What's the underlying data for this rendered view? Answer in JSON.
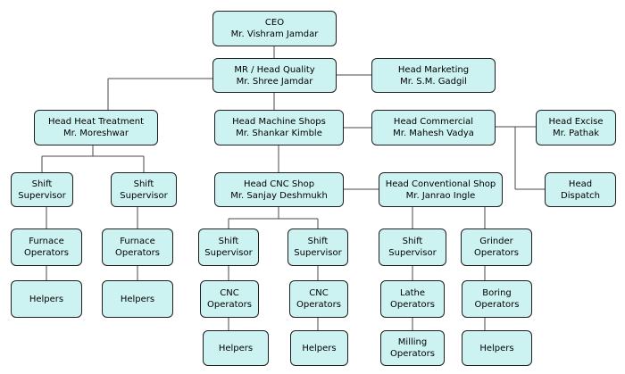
{
  "org_chart": {
    "ceo": {
      "line1": "CEO",
      "line2": "Mr. Vishram Jamdar"
    },
    "mr_head_quality": {
      "line1": "MR / Head Quality",
      "line2": "Mr. Shree Jamdar"
    },
    "head_marketing": {
      "line1": "Head Marketing",
      "line2": "Mr.  S.M. Gadgil"
    },
    "head_heat_treatment": {
      "line1": "Head Heat Treatment",
      "line2": "Mr. Moreshwar"
    },
    "head_machine_shops": {
      "line1": "Head Machine Shops",
      "line2": "Mr. Shankar Kimble"
    },
    "head_commercial": {
      "line1": "Head Commercial",
      "line2": "Mr. Mahesh Vadya"
    },
    "head_excise": {
      "line1": "Head Excise",
      "line2": "Mr. Pathak"
    },
    "head_dispatch": {
      "line1": "Head",
      "line2": "Dispatch"
    },
    "ht_shift_supervisor_1": {
      "line1": "Shift",
      "line2": "Supervisor"
    },
    "ht_shift_supervisor_2": {
      "line1": "Shift",
      "line2": "Supervisor"
    },
    "head_cnc_shop": {
      "line1": "Head CNC Shop",
      "line2": "Mr. Sanjay Deshmukh"
    },
    "head_conventional_shop": {
      "line1": "Head Conventional Shop",
      "line2": "Mr. Janrao Ingle"
    },
    "furnace_operators_1": {
      "line1": "Furnace",
      "line2": "Operators"
    },
    "furnace_operators_2": {
      "line1": "Furnace",
      "line2": "Operators"
    },
    "cnc_shift_supervisor_1": {
      "line1": "Shift",
      "line2": "Supervisor"
    },
    "cnc_shift_supervisor_2": {
      "line1": "Shift",
      "line2": "Supervisor"
    },
    "conv_shift_supervisor": {
      "line1": "Shift",
      "line2": "Supervisor"
    },
    "grinder_operators": {
      "line1": "Grinder",
      "line2": "Operators"
    },
    "helpers_1": {
      "line1": "Helpers"
    },
    "helpers_2": {
      "line1": "Helpers"
    },
    "cnc_operators_1": {
      "line1": "CNC",
      "line2": "Operators"
    },
    "cnc_operators_2": {
      "line1": "CNC",
      "line2": "Operators"
    },
    "lathe_operators": {
      "line1": "Lathe",
      "line2": "Operators"
    },
    "boring_operators": {
      "line1": "Boring",
      "line2": "Operators"
    },
    "helpers_3": {
      "line1": "Helpers"
    },
    "helpers_4": {
      "line1": "Helpers"
    },
    "milling_operators": {
      "line1": "Milling",
      "line2": "Operators"
    },
    "helpers_5": {
      "line1": "Helpers"
    }
  },
  "colors": {
    "box_fill": "#ccf3f1",
    "box_border": "#1f1f1f",
    "connector": "#4a4a4a"
  }
}
